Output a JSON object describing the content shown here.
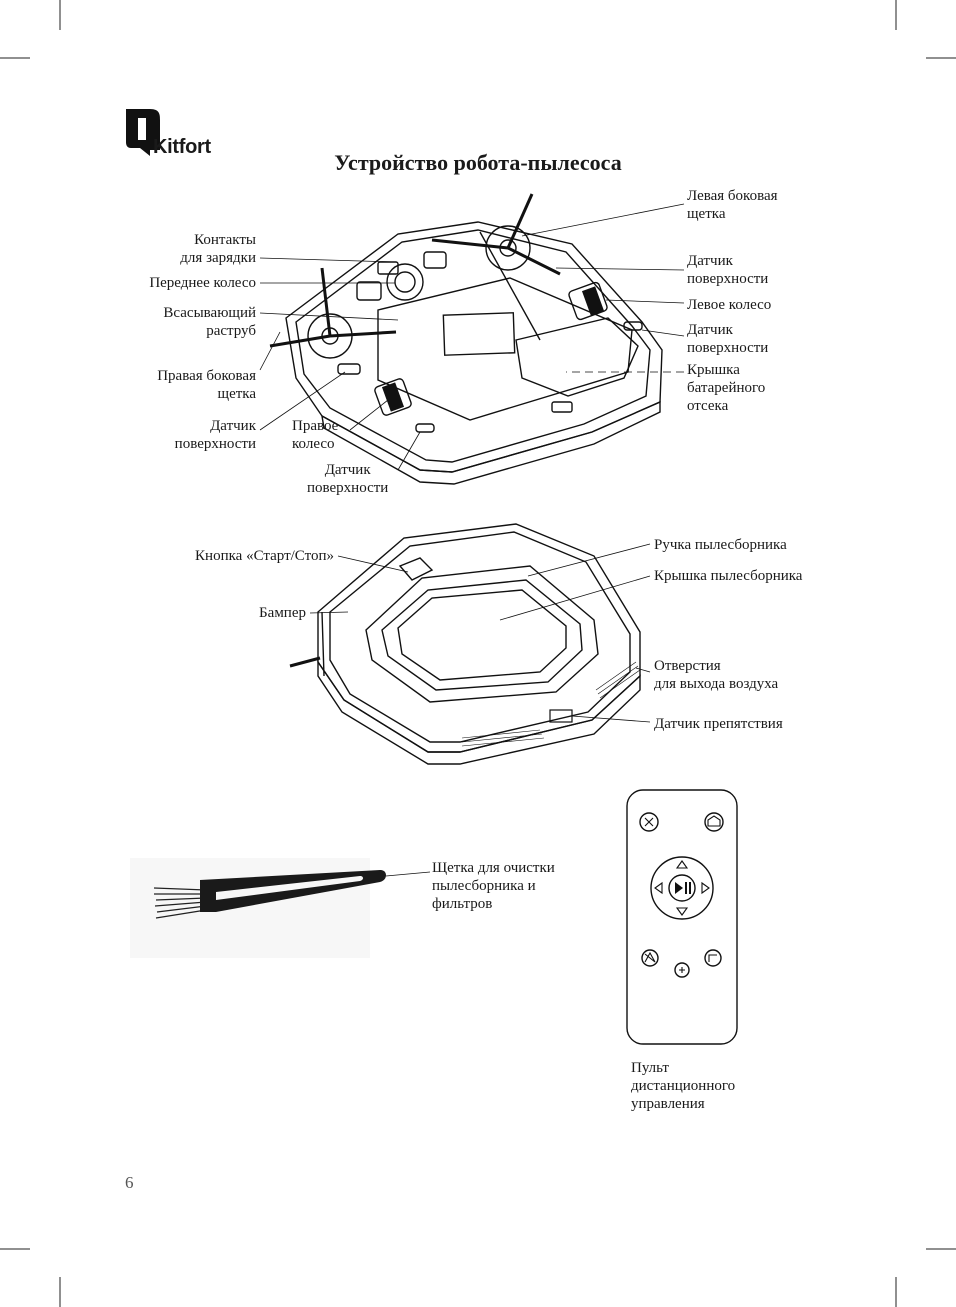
{
  "brand": {
    "name": "Kitfort"
  },
  "title": "Устройство робота-пылесоса",
  "bottom_labels": {
    "charging_contacts": "Контакты\nдля зарядки",
    "front_wheel": "Переднее колесо",
    "suction_inlet": "Всасывающий\nраструб",
    "right_side_brush": "Правая боковая\nщетка",
    "surface_sensor_left": "Датчик\nповерхности",
    "right_wheel": "Правое\nколесо",
    "surface_sensor_bottom": "Датчик\nповерхности",
    "left_side_brush": "Левая боковая\nщетка",
    "surface_sensor_top": "Датчик\nповерхности",
    "left_wheel": "Левое колесо",
    "surface_sensor_right": "Датчик\nповерхности",
    "battery_cover": "Крышка\nбатарейного\nотсека"
  },
  "top_labels": {
    "start_stop": "Кнопка «Старт/Стоп»",
    "bumper": "Бампер",
    "bin_handle": "Ручка пылесборника",
    "bin_cover": "Крышка пылесборника",
    "air_outlets": "Отверстия\nдля выхода воздуха",
    "obstacle_sensor": "Датчик препятствия"
  },
  "accessories": {
    "cleaning_brush": "Щетка для очистки\nпылесборника и\nфильтров",
    "remote": "Пульт\nдистанционного\nуправления"
  },
  "page_number": "6"
}
